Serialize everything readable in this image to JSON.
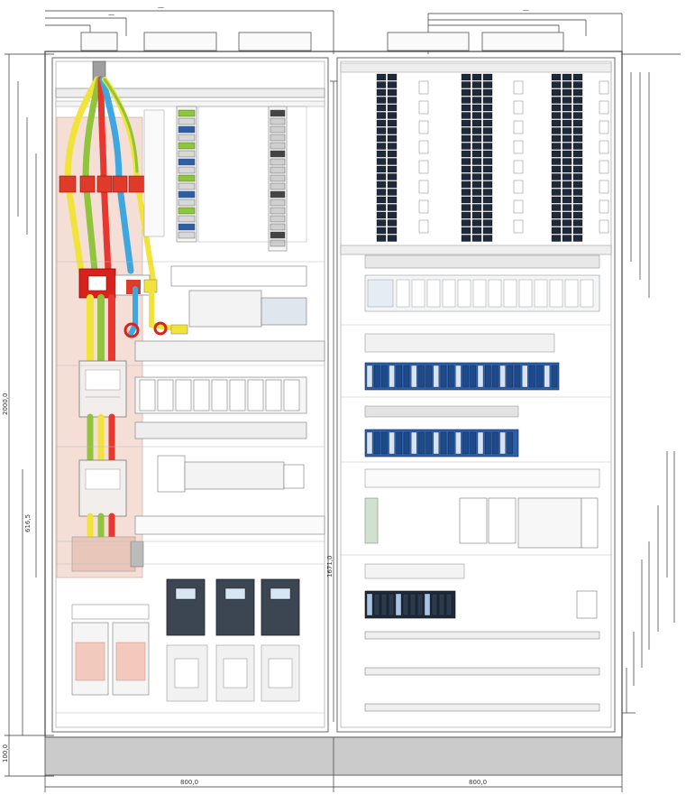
{
  "drawing": {
    "dimensions": {
      "left_cabinet_width": "800,0",
      "right_cabinet_width": "800,0",
      "total_height": "2000,0",
      "plinth_height": "100,0",
      "left_mid_height": "616,5",
      "right_mid_height": "1671,0"
    },
    "colors": {
      "cable_yellow": "#f2e33a",
      "cable_green": "#8fc43c",
      "cable_red": "#e8372f",
      "cable_blue": "#3fa7df",
      "busbar_red": "#d9221c",
      "transformer_pink": "#f3c9bd",
      "terminal_blue": "#2d5ea6",
      "terminal_dark": "#1e2a3a",
      "cabinet_gray": "#c9c9c9"
    },
    "drives": [
      "drive-1",
      "drive-2",
      "drive-3"
    ]
  }
}
